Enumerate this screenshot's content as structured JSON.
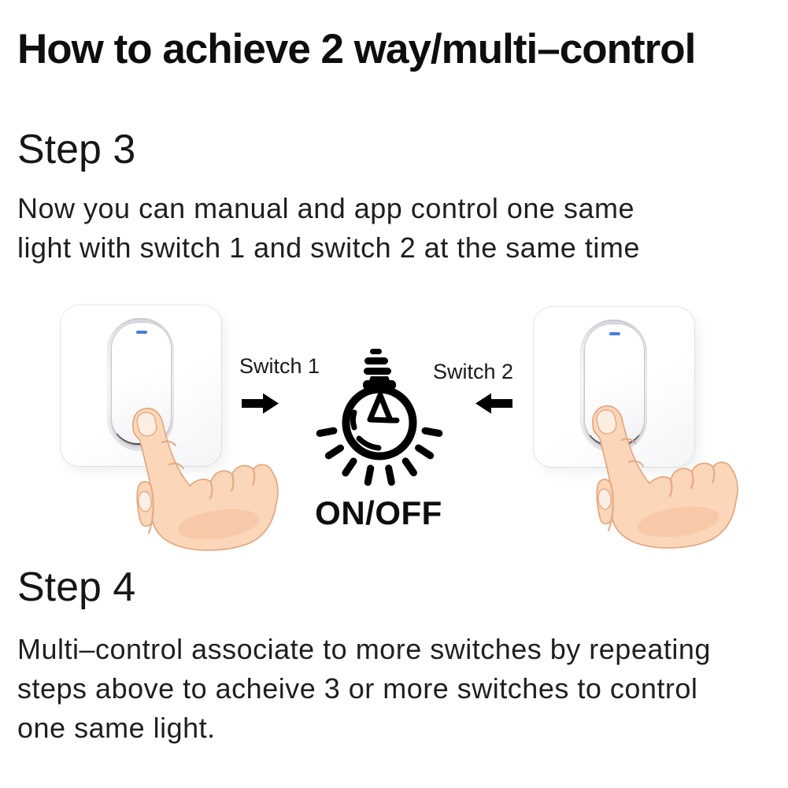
{
  "title": "How to achieve 2 way/multi–control",
  "step3": {
    "heading": "Step 3",
    "lines": [
      "Now you can manual and app control one same",
      "light with switch 1 and switch 2 at the same time"
    ]
  },
  "step4": {
    "heading": "Step 4",
    "lines": [
      "Multi–control associate to more switches by repeating",
      "steps above to acheive 3 or more switches to control",
      "one same light."
    ]
  },
  "diagram": {
    "switch1_label": "Switch 1",
    "switch2_label": "Switch 2",
    "onoff_label": "ON/OFF",
    "colors": {
      "led": "#4b7ce0",
      "skin": "#fbd6b8",
      "skin_shade": "#f2bb95",
      "skin_outline": "#e2a37b",
      "nail": "#fdeee4",
      "ink": "#000000"
    }
  }
}
